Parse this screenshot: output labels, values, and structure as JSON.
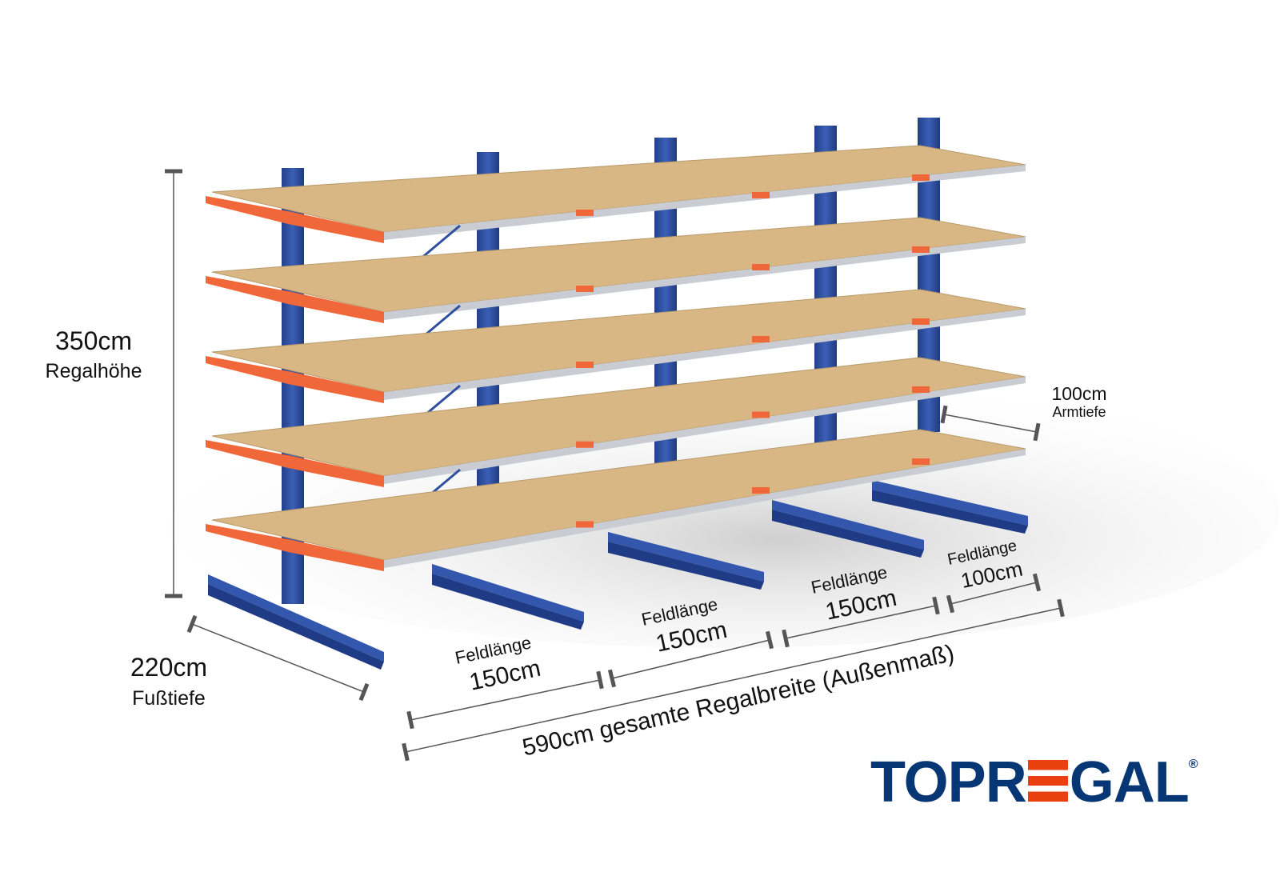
{
  "dimensions": {
    "height": {
      "value": "350cm",
      "label": "Regalhöhe"
    },
    "foot_depth": {
      "value": "220cm",
      "label": "Fußtiefe"
    },
    "arm_depth": {
      "value": "100cm",
      "label": "Armtiefe"
    },
    "fields": [
      {
        "label": "Feldlänge",
        "value": "150cm"
      },
      {
        "label": "Feldlänge",
        "value": "150cm"
      },
      {
        "label": "Feldlänge",
        "value": "150cm"
      },
      {
        "label": "Feldlänge",
        "value": "100cm"
      }
    ],
    "total_width": "590cm gesamte Regalbreite  (Außenmaß)"
  },
  "logo": {
    "text_before": "TOPR",
    "text_after": "GAL",
    "registered": "®"
  },
  "colors": {
    "upright": "#2f4f9e",
    "arm": "#f0673a",
    "board": "#d8b784",
    "logo_blue": "#063673",
    "logo_orange": "#e8400f"
  }
}
